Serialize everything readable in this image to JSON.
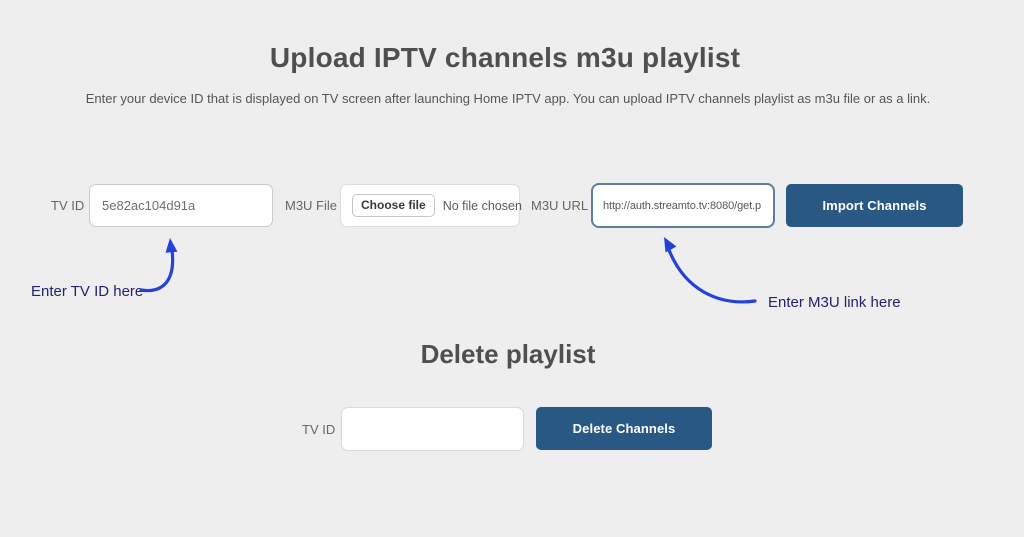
{
  "colors": {
    "page_bg": "#efeeee",
    "button_bg": "#2a5885",
    "button_text": "#ffffff",
    "arrow": "#2442da",
    "annotation_text": "#232270",
    "url_border": "#5f7da1"
  },
  "upload": {
    "title": "Upload IPTV channels m3u playlist",
    "subtitle": "Enter your device ID that is displayed on TV screen after launching Home IPTV app. You can upload IPTV channels playlist as m3u file or as a link.",
    "tv_id_label": "TV ID",
    "tv_id_value": "5e82ac104d91a",
    "m3u_file_label": "M3U File",
    "choose_file_button": "Choose file",
    "no_file_text": "No file chosen",
    "m3u_url_label": "M3U URL",
    "m3u_url_value": "http://auth.streamto.tv:8080/get.p",
    "import_button": "Import Channels"
  },
  "annotations": {
    "tv_id_hint": "Enter TV ID here",
    "m3u_hint": "Enter M3U link here"
  },
  "delete": {
    "title": "Delete playlist",
    "tv_id_label": "TV ID",
    "tv_id_value": "",
    "delete_button": "Delete Channels"
  }
}
